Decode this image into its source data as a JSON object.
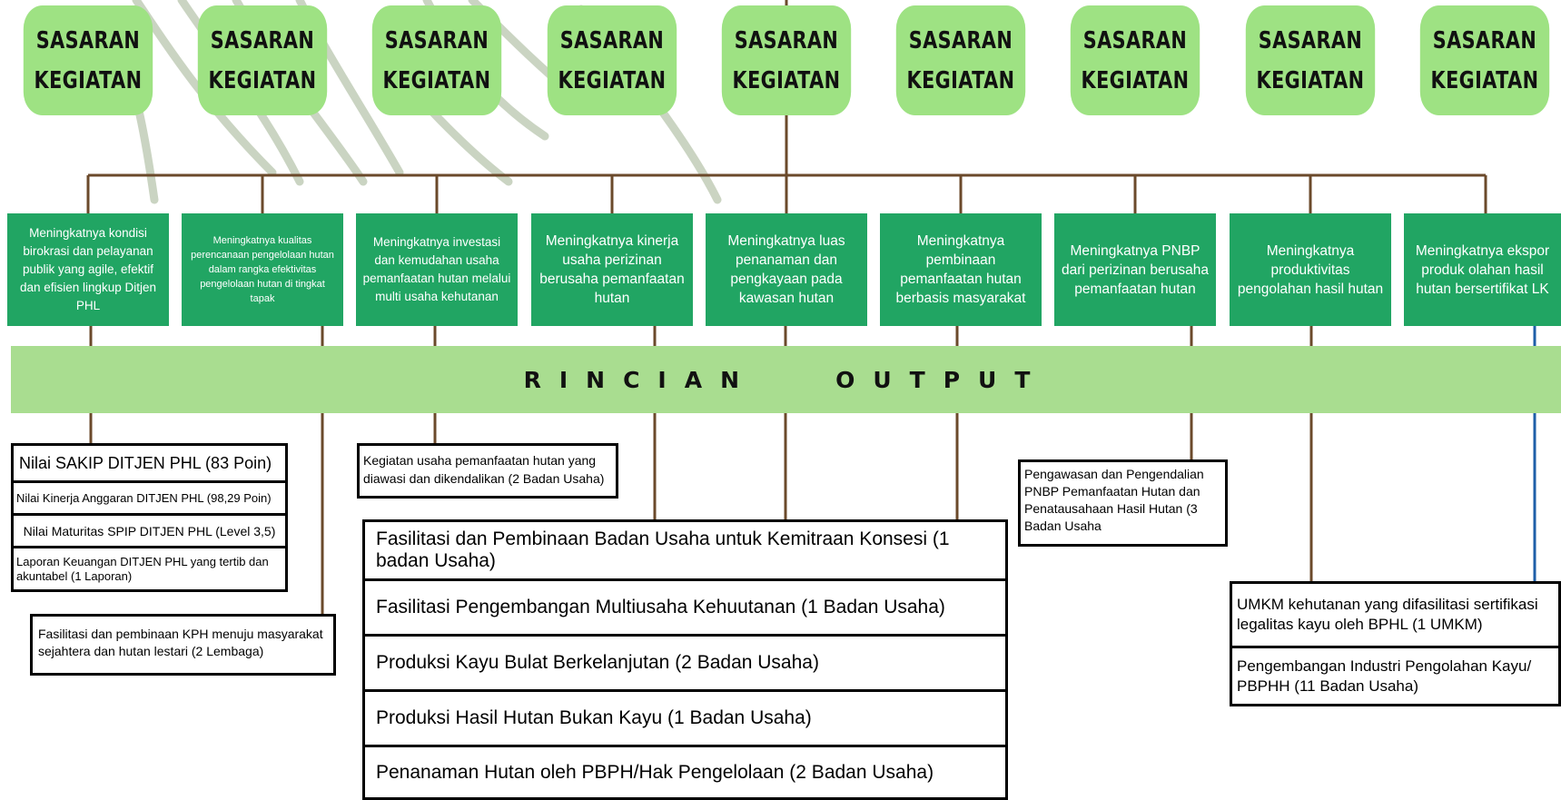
{
  "sasaran_label": "SASARAN\nKEGIATAN",
  "goals": [
    "Meningkatnya kondisi birokrasi dan pelayanan publik yang agile, efektif dan efisien lingkup Ditjen PHL",
    "Meningkatnya kualitas perencanaan pengelolaan hutan dalam rangka efektivitas pengelolaan hutan di tingkat tapak",
    "Meningkatnya investasi dan kemudahan usaha pemanfaatan hutan melalui multi usaha kehutanan",
    "Meningkatnya kinerja usaha perizinan berusaha pemanfaatan hutan",
    "Meningkatnya luas penanaman dan pengkayaan pada kawasan hutan",
    "Meningkatnya pembinaan pemanfaatan hutan berbasis masyarakat",
    "Meningkatnya PNBP dari perizinan berusaha pemanfaatan hutan",
    "Meningkatnya produktivitas pengolahan hasil hutan",
    "Meningkatnya ekspor produk olahan hasil hutan bersertifikat LK"
  ],
  "band_title": "RINCIAN   OUTPUT",
  "outputs": {
    "sakip_group": [
      "Nilai SAKIP DITJEN PHL (83 Poin)",
      "Nilai Kinerja Anggaran DITJEN PHL (98,29 Poin)",
      "Nilai Maturitas SPIP DITJEN PHL (Level 3,5)",
      "Laporan Keuangan DITJEN PHL yang tertib dan akuntabel (1 Laporan)"
    ],
    "kph": "Fasilitasi dan pembinaan KPH menuju masyarakat sejahtera dan hutan lestari (2 Lembaga)",
    "kegiatan_usaha": "Kegiatan usaha pemanfaatan hutan yang diawasi dan dikendalikan (2 Badan Usaha)",
    "big_group": [
      "Fasilitasi dan Pembinaan Badan Usaha untuk Kemitraan Konsesi (1 badan Usaha)",
      "Fasilitasi Pengembangan Multiusaha Kehuutanan (1 Badan Usaha)",
      "Produksi Kayu Bulat Berkelanjutan (2 Badan Usaha)",
      "Produksi Hasil Hutan Bukan Kayu (1 Badan Usaha)",
      "Penanaman Hutan oleh PBPH/Hak Pengelolaan (2 Badan Usaha)"
    ],
    "pnbp": "Pengawasan dan Pengendalian PNBP Pemanfaatan Hutan dan Penatausahaan Hasil Hutan (3 Badan Usaha",
    "umkm_group": [
      "UMKM kehutanan yang difasilitasi sertifikasi legalitas kayu oleh BPHL (1 UMKM)",
      "Pengembangan Industri Pengolahan Kayu/ PBPHH (11 Badan Usaha)"
    ]
  },
  "colors": {
    "sasaran_fill": "#9ee283",
    "goal_fill": "#21a563",
    "band_fill": "#a9dd90",
    "connector": "#6b4a2b",
    "accent_line": "#1f5fa8"
  }
}
